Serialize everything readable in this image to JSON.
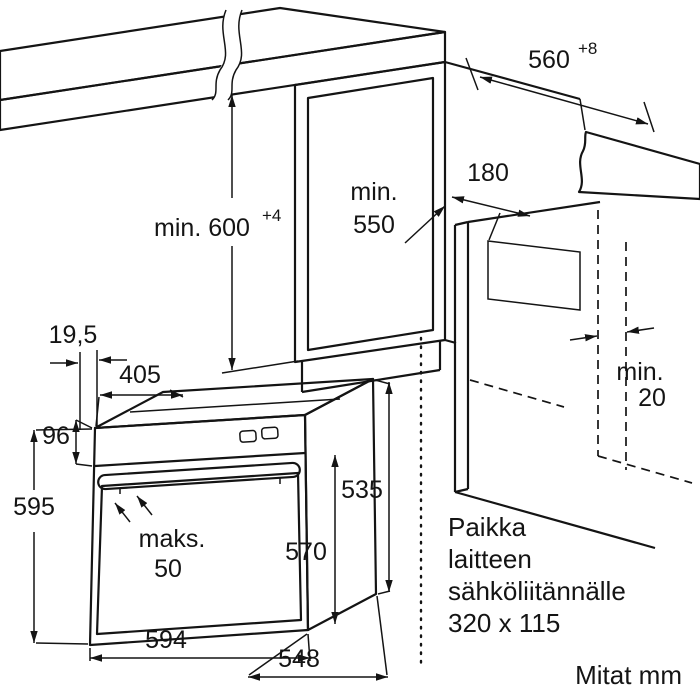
{
  "meta": {
    "units_label": "Mitat mm",
    "line_color": "#141414",
    "surface_gray": "#d7d7d7",
    "background": "#ffffff"
  },
  "top_section": {
    "niche_height": {
      "value": "min. 600",
      "tolerance": "+4"
    },
    "niche_width": {
      "value": "560",
      "tolerance": "+8"
    },
    "niche_depth": {
      "line1": "min.",
      "line2": "550"
    },
    "connection_offset": "180",
    "rear_gap": {
      "line1": "min.",
      "line2": "20"
    }
  },
  "oven_section": {
    "frame_offset": "19,5",
    "top_depth": "405",
    "panel_height": "96",
    "oven_height": "595",
    "handle_depth": {
      "line1": "maks.",
      "line2": "50"
    },
    "oven_width": "594",
    "oven_depth": "548",
    "door_height": "570",
    "rear_height": "535"
  },
  "connection_note": {
    "line1": "Paikka",
    "line2": "laitteen",
    "line3": "sähköliitännälle",
    "line4": "320 x 115"
  }
}
